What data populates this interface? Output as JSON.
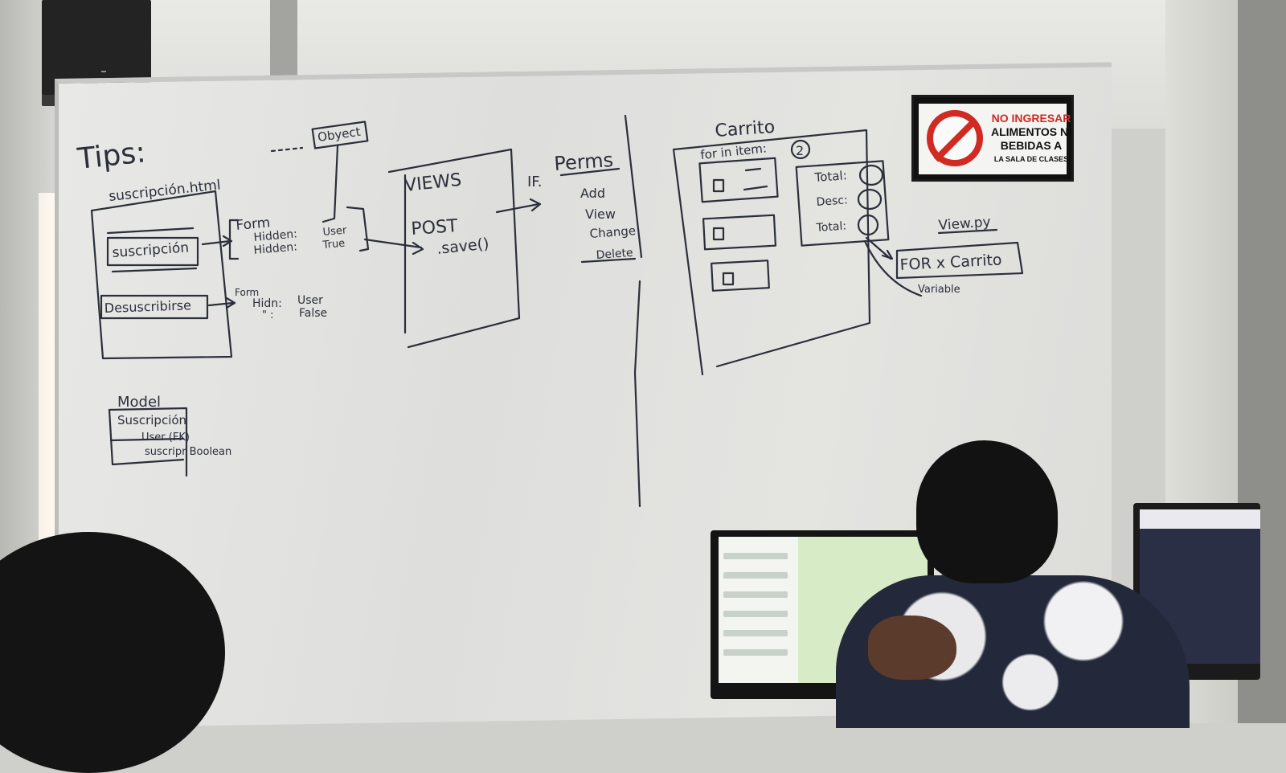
{
  "board": {
    "left_section": {
      "title": "Tips:",
      "file_label": "suscripción.html",
      "subscribe_button": "suscripción",
      "unsubscribe_button": "Desuscribirse",
      "object_label": "Obyect",
      "form_block": {
        "title": "Form",
        "line1_key": "Hidden:",
        "line1_val": "User",
        "line2_key": "Hidden:",
        "line2_val": "True"
      },
      "form_block2": {
        "title": "Form",
        "line1_key": "Hidn:",
        "line1_val": "User",
        "line2_key": "\" :",
        "line2_val": "False"
      },
      "model": {
        "title": "Model",
        "line1": "Suscripción",
        "line2": "User (FK)",
        "line3": "suscripr Boolean"
      }
    },
    "middle_section": {
      "views_title": "VIEWS",
      "post": "POST",
      "save": ".save()",
      "if_label": "IF.",
      "perms_title": "Perms",
      "perms": [
        "Add",
        "View",
        "Change",
        "Delete"
      ]
    },
    "right_section": {
      "carrito_title": "Carrito",
      "for_item": "for in item:",
      "item_count": "2",
      "total_label": "Total:",
      "desc_label": "Desc:",
      "total2_label": "Total:",
      "view_py": "View.py",
      "for_carrito": "FOR x Carrito",
      "variable": "Variable"
    }
  },
  "sign": {
    "line1": "NO INGRESAR",
    "line2": "ALIMENTOS NI",
    "line3": "BEBIDAS A",
    "line4": "LA SALA DE CLASES"
  },
  "colors": {
    "marker": "#2b2f3a",
    "sign_red": "#d12a22",
    "board": "#e4e4e1"
  }
}
